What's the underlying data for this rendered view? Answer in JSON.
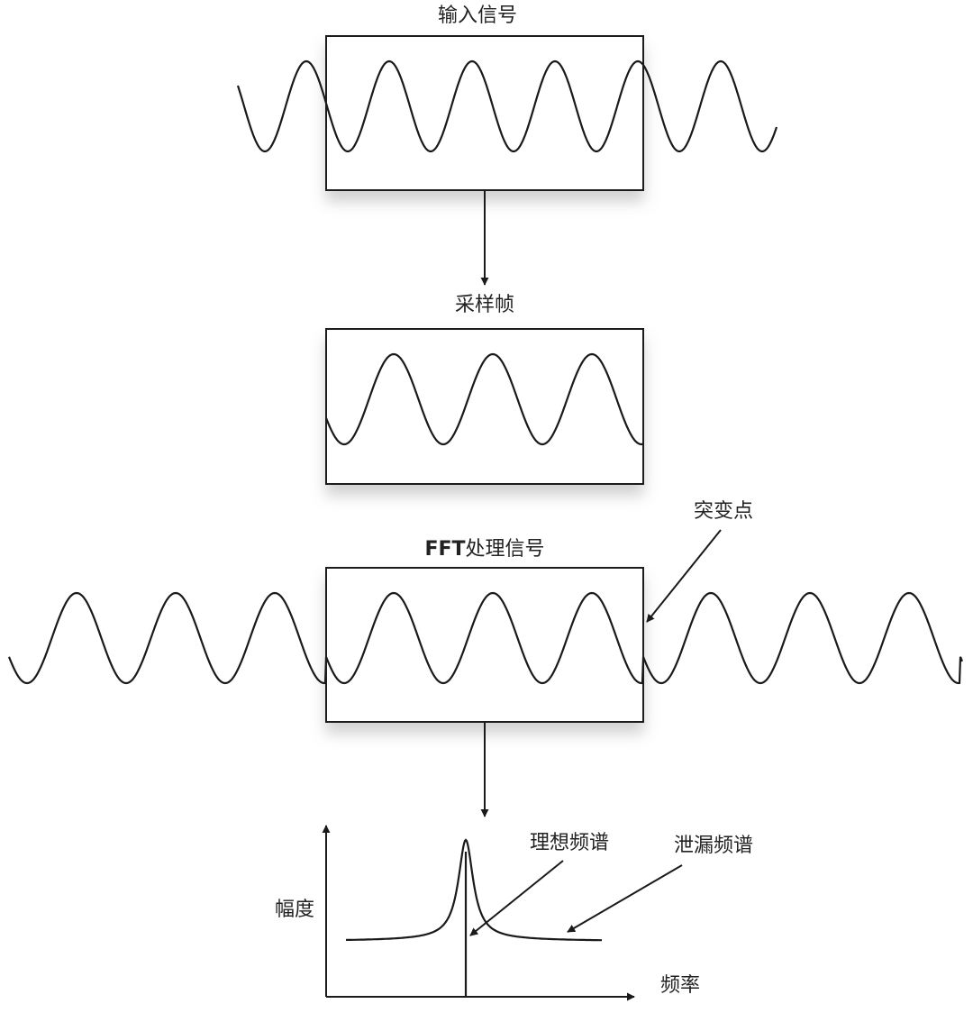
{
  "labels": {
    "input_signal": "输入信号",
    "sampled_frame": "采样帧",
    "fft_prefix": "FFT",
    "fft_suffix": "处理信号",
    "discontinuity": "突变点",
    "ideal_spectrum": "理想频谱",
    "leakage_spectrum": "泄漏频谱",
    "amplitude_axis": "幅度",
    "frequency_axis": "频率"
  },
  "colors": {
    "line": "#1a1a1a",
    "text": "#222222",
    "shadow": "#b0b0b0",
    "background": "#ffffff"
  }
}
